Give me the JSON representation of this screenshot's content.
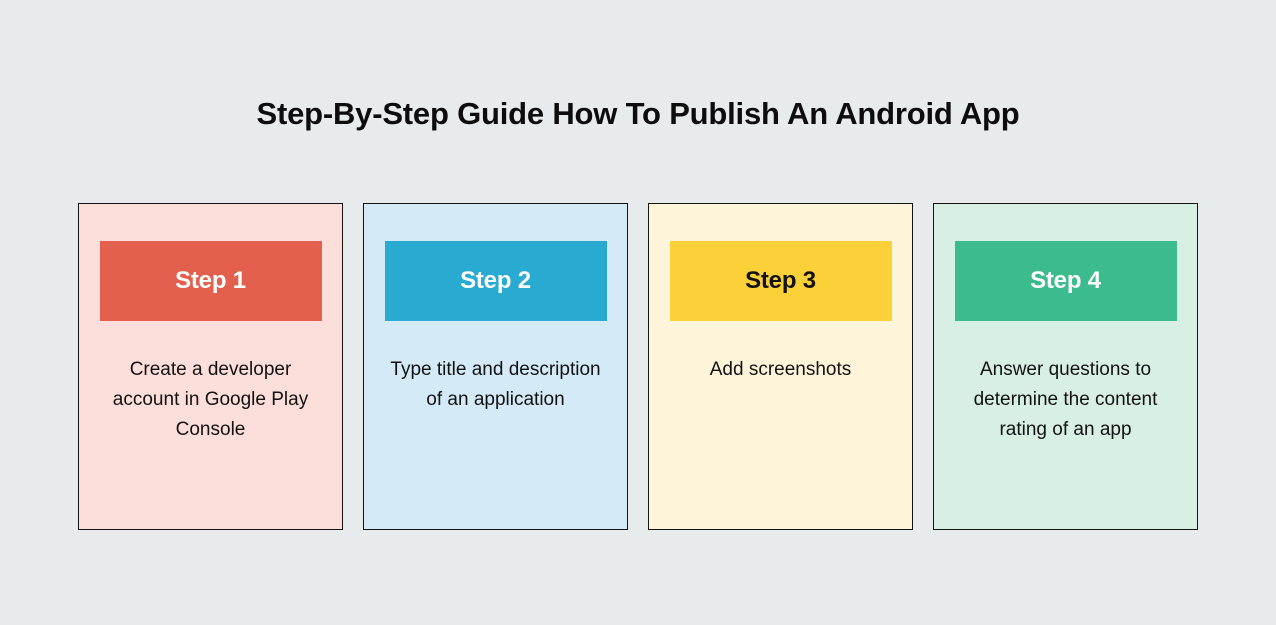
{
  "page": {
    "title": "Step-By-Step Guide How To Publish An Android App",
    "background_color": "#e8ebec",
    "title_color": "#0d0d0d"
  },
  "cards": [
    {
      "step_label": "Step 1",
      "description": "Create a developer account in Google Play Console",
      "header_bg": "#e4604e",
      "header_text_color": "#ffffff",
      "card_bg": "#fcdedb",
      "border_color": "#131313"
    },
    {
      "step_label": "Step 2",
      "description": "Type title and description of an application",
      "header_bg": "#29abd1",
      "header_text_color": "#ffffff",
      "card_bg": "#d4eaf7",
      "border_color": "#131313"
    },
    {
      "step_label": "Step 3",
      "description": "Add screenshots",
      "header_bg": "#fbd038",
      "header_text_color": "#121212",
      "card_bg": "#fdf4d9",
      "border_color": "#131313"
    },
    {
      "step_label": "Step 4",
      "description": "Answer questions to determine the content rating of an app",
      "header_bg": "#3cbc8d",
      "header_text_color": "#ffffff",
      "card_bg": "#d8efe4",
      "border_color": "#131313"
    }
  ]
}
